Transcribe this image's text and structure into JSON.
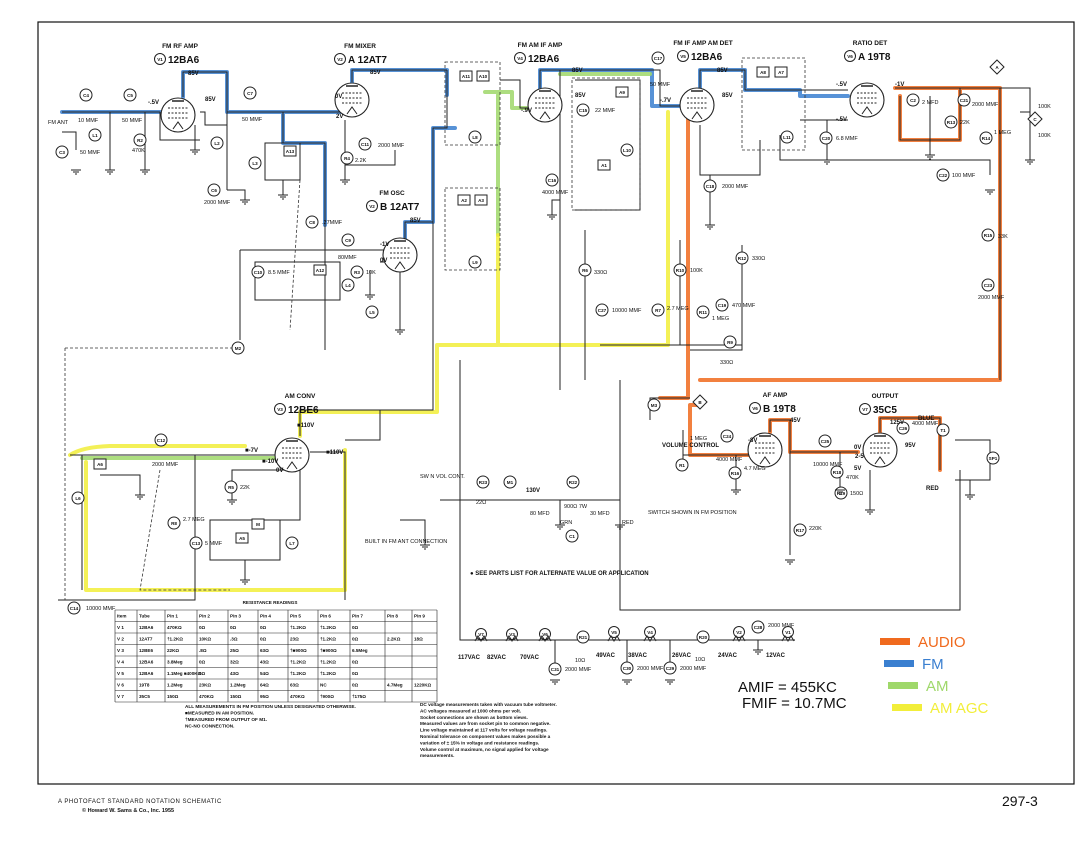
{
  "tubes": [
    {
      "ref": "V1",
      "type": "12BA6",
      "function": "FM  RF AMP"
    },
    {
      "ref": "V2",
      "type": "A 12AT7",
      "function": "FM  MIXER"
    },
    {
      "ref": "V4",
      "type": "12BA6",
      "function": "FM  AM  IF AMP"
    },
    {
      "ref": "V5",
      "type": "12BA6",
      "function": "FM IF AMP  AM DET"
    },
    {
      "ref": "V6",
      "type": "A 19T8",
      "function": "RATIO DET"
    },
    {
      "ref": "V2",
      "type": "B 12AT7",
      "function": "FM  OSC"
    },
    {
      "ref": "V3",
      "type": "12BE6",
      "function": "AM  CONV"
    },
    {
      "ref": "V6",
      "type": "B 19T8",
      "function": "AF  AMP"
    },
    {
      "ref": "V7",
      "type": "35C5",
      "function": "OUTPUT"
    }
  ],
  "components": [
    {
      "ref": "C4",
      "value": "10 MMF"
    },
    {
      "ref": "C5",
      "value": "50 MMF"
    },
    {
      "ref": "C3",
      "value": "50 MMF"
    },
    {
      "ref": "L1",
      "value": ""
    },
    {
      "ref": "R2",
      "value": "470K"
    },
    {
      "ref": "L2",
      "value": ""
    },
    {
      "ref": "C7",
      "value": "50 MMF"
    },
    {
      "ref": "C6",
      "value": "2000 MMF"
    },
    {
      "ref": "L3",
      "value": ""
    },
    {
      "ref": "A13",
      "value": ""
    },
    {
      "ref": "R4",
      "value": "2.2K"
    },
    {
      "ref": "C11",
      "value": "2000 MMF"
    },
    {
      "ref": "C8",
      "value": ".27MMF"
    },
    {
      "ref": "C9",
      "value": "80MMF"
    },
    {
      "ref": "C10",
      "value": "8.5 MMF"
    },
    {
      "ref": "A12",
      "value": ""
    },
    {
      "ref": "R3",
      "value": "10K"
    },
    {
      "ref": "L4",
      "value": ""
    },
    {
      "ref": "L5",
      "value": ""
    },
    {
      "ref": "M2",
      "value": ""
    },
    {
      "ref": "L8",
      "value": ""
    },
    {
      "ref": "A11",
      "value": ""
    },
    {
      "ref": "A10",
      "value": ""
    },
    {
      "ref": "A2",
      "value": ""
    },
    {
      "ref": "A3",
      "value": ""
    },
    {
      "ref": "L9",
      "value": ""
    },
    {
      "ref": "C15",
      "value": "22 MMF"
    },
    {
      "ref": "A9",
      "value": ""
    },
    {
      "ref": "L10",
      "value": ""
    },
    {
      "ref": "A1",
      "value": ""
    },
    {
      "ref": "C16",
      "value": "4000 MMF"
    },
    {
      "ref": "C17",
      "value": "50 MMF"
    },
    {
      "ref": "C18",
      "value": "2000 MMF"
    },
    {
      "ref": "A8",
      "value": ""
    },
    {
      "ref": "A7",
      "value": ""
    },
    {
      "ref": "L11",
      "value": ""
    },
    {
      "ref": "C20",
      "value": "6.8 MMF"
    },
    {
      "ref": "C2",
      "value": "2 MFD"
    },
    {
      "ref": "C21",
      "value": "2000 MMF"
    },
    {
      "ref": "R13",
      "value": "22K"
    },
    {
      "ref": "R14",
      "value": "1 MEG"
    },
    {
      "ref": "C22",
      "value": "100 MMF"
    },
    {
      "ref": "R15",
      "value": "33K"
    },
    {
      "ref": "C23",
      "value": "2000 MMF"
    },
    {
      "ref": "R6",
      "value": "330Ω"
    },
    {
      "ref": "R10",
      "value": "100K"
    },
    {
      "ref": "R12",
      "value": "330Ω"
    },
    {
      "ref": "C27",
      "value": "10000 MMF"
    },
    {
      "ref": "R7",
      "value": "2.7 MEG"
    },
    {
      "ref": "C19",
      "value": "470 MMF"
    },
    {
      "ref": "R11",
      "value": "1 MEG"
    },
    {
      "ref": "R9",
      "value": "330Ω"
    },
    {
      "ref": "M3",
      "value": ""
    },
    {
      "ref": "R1",
      "value": "1 MEG"
    },
    {
      "ref": "C24",
      "value": "4000 MMF"
    },
    {
      "ref": "R16",
      "value": "4.7 MEG"
    },
    {
      "ref": "C25",
      "value": "10000 MMF"
    },
    {
      "ref": "R18",
      "value": "470K"
    },
    {
      "ref": "R19",
      "value": "150Ω"
    },
    {
      "ref": "R17",
      "value": "220K"
    },
    {
      "ref": "C26",
      "value": "4000 MMF"
    },
    {
      "ref": "T1",
      "value": ""
    },
    {
      "ref": "SP1",
      "value": ""
    },
    {
      "ref": "C12",
      "value": "2000 MMF"
    },
    {
      "ref": "A6",
      "value": ""
    },
    {
      "ref": "L6",
      "value": ""
    },
    {
      "ref": "R5",
      "value": "22K"
    },
    {
      "ref": "R8",
      "value": "2.7 MEG"
    },
    {
      "ref": "C13",
      "value": "5 MMF"
    },
    {
      "ref": "A5",
      "value": ""
    },
    {
      "ref": "M",
      "value": ""
    },
    {
      "ref": "L7",
      "value": ""
    },
    {
      "ref": "R23",
      "value": "22Ω"
    },
    {
      "ref": "M1",
      "value": ""
    },
    {
      "ref": "R22",
      "value": "900Ω 7W"
    },
    {
      "ref": "C1",
      "value": ""
    },
    {
      "ref": "C14",
      "value": "10000 MMF"
    },
    {
      "ref": "R21",
      "value": "10Ω"
    },
    {
      "ref": "R20",
      "value": "10Ω"
    },
    {
      "ref": "C28",
      "value": "2000 MMF"
    },
    {
      "ref": "C31",
      "value": "2000 MMF"
    },
    {
      "ref": "C30",
      "value": "2000 MMF"
    },
    {
      "ref": "C29",
      "value": "2000 MMF"
    }
  ],
  "voltages": [
    "85V",
    "85V",
    "-.5V",
    "85V",
    "0V",
    "2V",
    "85V",
    "85V",
    "-.9V",
    "85V",
    "85V",
    "-.7V",
    "-.5V",
    "-1V",
    "-.5V",
    "-1V",
    "0V",
    "85V",
    "■-7V",
    "■-10V",
    "■110V",
    "■110V",
    "0V",
    "-8V",
    "45V",
    "0V",
    "5V",
    "2-5",
    "125V",
    "95V",
    "130V"
  ],
  "labels": {
    "fm_ant": "FM ANT",
    "volume_control": "VOLUME CONTROL",
    "switch_vol": "SW N VOL CONT.",
    "built_in_ant": "BUILT IN FM ANT CONNECTION",
    "switch_shown": "SWITCH SHOWN IN FM POSITION",
    "see_parts": "● SEE PARTS LIST FOR ALTERNATE VALUE OR APPLICATION",
    "c1a": "80 MFD",
    "c1a_color": "GRN",
    "c1b": "30 MFD",
    "c1b_color": "RED",
    "t1_red": "RED",
    "t1_blue": "BLUE",
    "r14_100k_a": "100K",
    "r14_100k_b": "100K",
    "node_a": "A",
    "node_b": "B",
    "node_c": "C"
  },
  "heater_string": {
    "tubes": [
      "V7",
      "V3",
      "V6",
      "V5",
      "V4",
      "V2",
      "V1"
    ],
    "voltages": [
      "117VAC",
      "82VAC",
      "70VAC",
      "49VAC",
      "38VAC",
      "26VAC",
      "24VAC",
      "12VAC"
    ]
  },
  "if_frequencies": [
    "AMIF = 455KC",
    "FMIF = 10.7MC"
  ],
  "legend": [
    {
      "label": "AUDIO",
      "color": "#f06a1e"
    },
    {
      "label": "FM",
      "color": "#3a7fd0"
    },
    {
      "label": "AM",
      "color": "#9fd86a"
    },
    {
      "label": "AM AGC",
      "color": "#f2ee3a"
    }
  ],
  "resistance_table": {
    "title": "RESISTANCE READINGS",
    "headers": [
      "Item",
      "Tube",
      "Pin 1",
      "Pin 2",
      "Pin 3",
      "Pin 4",
      "Pin 5",
      "Pin 6",
      "Pin 7",
      "Pin 8",
      "Pin 9"
    ],
    "rows": [
      [
        "V 1",
        "12BA6",
        "470KΩ",
        "0Ω",
        "0Ω",
        "0Ω",
        "†1.2KΩ",
        "†1.2KΩ",
        "0Ω",
        "",
        ""
      ],
      [
        "V 2",
        "12AT7",
        "†1.2KΩ",
        "10KΩ",
        ".3Ω",
        "0Ω",
        "23Ω",
        "†1.2KΩ",
        "0Ω",
        "2.2KΩ",
        "18Ω"
      ],
      [
        "V 3",
        "12BE6",
        "22KΩ",
        ".8Ω",
        "25Ω",
        "63Ω",
        "†■900Ω",
        "†■900Ω",
        "6.5Meg",
        "",
        ""
      ],
      [
        "V 4",
        "12BA6",
        "3.8Meg",
        "0Ω",
        "32Ω",
        "43Ω",
        "†1.2KΩ",
        "†1.2KΩ",
        "0Ω",
        "",
        ""
      ],
      [
        "V 5",
        "12BA6",
        "1.1Meg ■400KΩ",
        "0Ω",
        "43Ω",
        "54Ω",
        "†1.2KΩ",
        "†1.2KΩ",
        "0Ω",
        "",
        ""
      ],
      [
        "V 6",
        "19T8",
        "1.2Meg",
        "23KΩ",
        "1.2Meg",
        "64Ω",
        "63Ω",
        "NC",
        "0Ω",
        "4.7Meg",
        "1220KΩ"
      ],
      [
        "V 7",
        "35C5",
        "150Ω",
        "470KΩ",
        "150Ω",
        "95Ω",
        "470KΩ",
        "†900Ω",
        "†175Ω",
        "",
        ""
      ]
    ],
    "footnotes": [
      "ALL MEASUREMENTS IN FM POSITION UNLESS DESIGNATED OTHERWISE.",
      "■MEASURED IN AM POSITION.",
      "†MEASURED FROM OUTPUT OF M1.",
      "NC-NO CONNECTION."
    ]
  },
  "notes": [
    "DC voltage measurements taken with vacuum tube voltmeter.",
    "AC voltages measured at 1000 ohms per volt.",
    "Socket connections are shown as bottom views.",
    "Measured values are from socket pin to common negative.",
    "Line voltage maintained at 117 volts for voltage readings.",
    "Nominal tolerance on component values makes possible a",
    "variation of ± 15% in voltage and resistance readings.",
    "Volume control at maximum, no signal applied for voltage",
    "measurements."
  ],
  "footer": {
    "title": "A PHOTOFACT STANDARD NOTATION SCHEMATIC",
    "copyright": "© Howard W. Sams & Co., Inc. 1955",
    "page": "297-3"
  },
  "colors": {
    "audio": "#f06a1e",
    "fm": "#3a7fd0",
    "am": "#9fd86a",
    "agc": "#f2ee3a",
    "ink": "#222222"
  }
}
